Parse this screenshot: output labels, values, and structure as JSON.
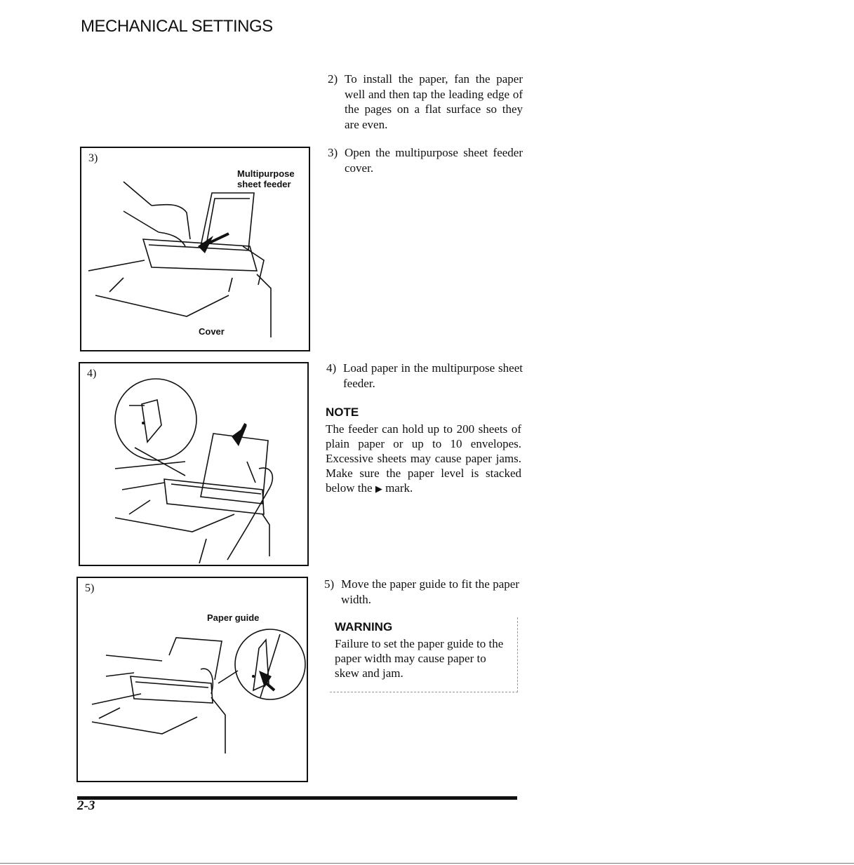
{
  "header": {
    "title": "MECHANICAL SETTINGS"
  },
  "panels": {
    "p3": {
      "number": "3)",
      "callout_top": "Multipurpose\nsheet feeder",
      "callout_bottom": "Cover"
    },
    "p4": {
      "number": "4)"
    },
    "p5": {
      "number": "5)",
      "callout_top": "Paper guide"
    }
  },
  "steps": {
    "s2": {
      "number": "2)",
      "text": "To install the paper, fan the paper well and then tap the leading edge of the pages on a flat surface so they are even."
    },
    "s3": {
      "number": "3)",
      "text": "Open the multipurpose sheet feeder cover."
    },
    "s4": {
      "number": "4)",
      "text": "Load paper in the multipurpose sheet feeder."
    },
    "s5": {
      "number": "5)",
      "text": "Move the paper guide to fit the paper width."
    }
  },
  "note": {
    "title": "NOTE",
    "body_before_mark": "The feeder can hold up to 200 sheets of plain paper or up to 10 envelopes. Excessive sheets may cause paper jams. Make sure the paper level is stacked below the",
    "mark_glyph": "▶",
    "body_after_mark": "mark."
  },
  "warning": {
    "title": "WARNING",
    "body": "Failure to set the paper guide to the paper width may cause paper to skew and jam."
  },
  "footer": {
    "page_number": "2-3"
  }
}
